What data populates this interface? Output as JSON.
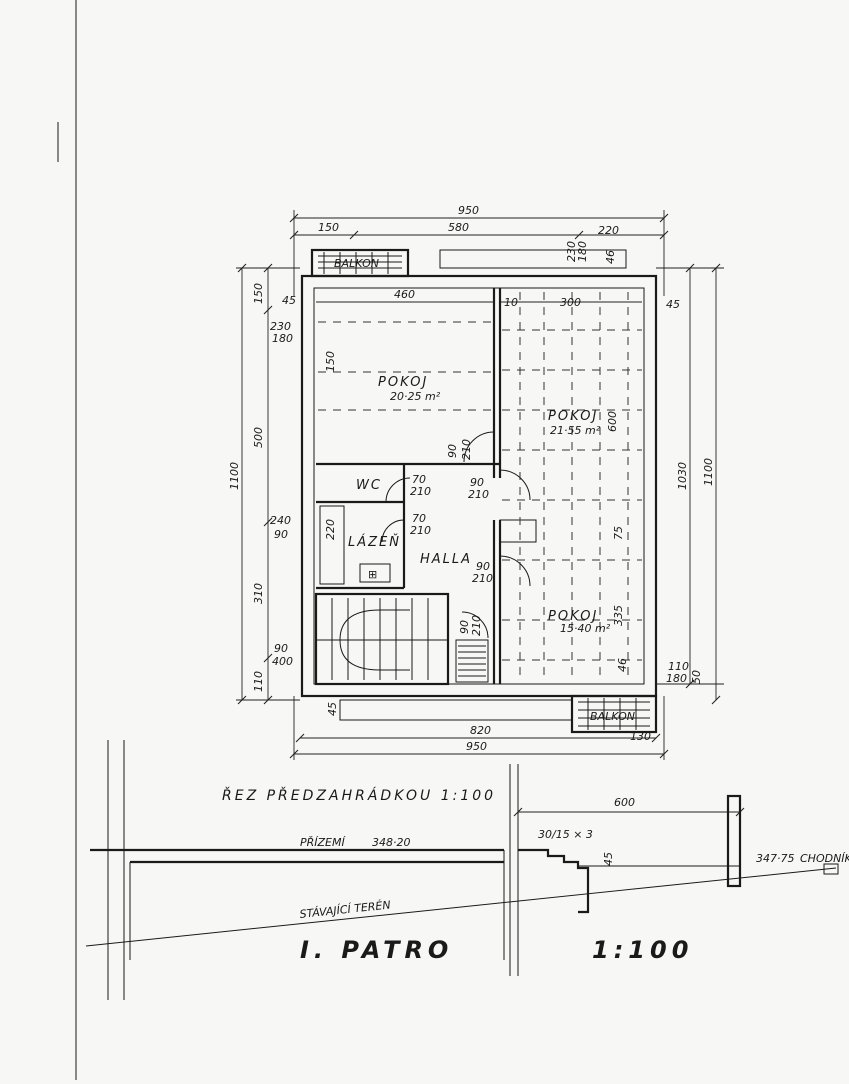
{
  "dims": {
    "top_total": "950",
    "top_left": "150",
    "top_mid": "580",
    "top_right": "220",
    "top_a": "230",
    "top_b": "180",
    "top_c": "46",
    "room1_width": "460",
    "w10": "10",
    "room2_width": "300",
    "d45_l": "45",
    "d45_r": "45",
    "left_150": "150",
    "left_230": "230",
    "left_180": "180",
    "left_500": "500",
    "left_1100": "1100",
    "left_240": "240",
    "left_90": "90",
    "left_310": "310",
    "left_90b": "90",
    "left_400": "400",
    "left_110": "110",
    "v150": "150",
    "v220": "220",
    "right_1030": "1030",
    "right_1100": "1100",
    "right_600": "600",
    "right_335": "335",
    "right_110": "110",
    "right_180": "180",
    "right_75": "75",
    "right_46": "46",
    "right_50": "50",
    "bottom_820": "820",
    "bottom_950": "950",
    "bottom_45": "45",
    "bottom_130": "130"
  },
  "doors": [
    {
      "w": "90",
      "h": "210"
    },
    {
      "w": "90",
      "h": "210"
    },
    {
      "w": "70",
      "h": "210"
    },
    {
      "w": "70",
      "h": "210"
    },
    {
      "w": "90",
      "h": "210"
    },
    {
      "w": "90",
      "h": "210"
    }
  ],
  "rooms": {
    "room1_name": "POKOJ",
    "room1_area": "20·25 m²",
    "room2_name": "POKOJ",
    "room2_area": "21·55 m²",
    "room3_name": "POKOJ",
    "room3_area": "15·40 m²",
    "wc": "WC",
    "bath": "LÁZEŇ",
    "hall": "HALLA",
    "balcony_top": "BALKON",
    "balcony_bottom": "BALKON"
  },
  "section": {
    "title": "ŘEZ  PŘEDZAHRÁDKOU   1:100",
    "width_600": "600",
    "ground": "PŘÍZEMÍ",
    "ground_level": "348·20",
    "steps": "30/15 × 3",
    "sidewalk_level": "347·75",
    "sidewalk": "CHODNÍK",
    "terrain": "STÁVAJÍCÍ  TERÉN",
    "step_h": "45"
  },
  "sheet": {
    "title": "I. PATRO",
    "scale": "1:100"
  }
}
